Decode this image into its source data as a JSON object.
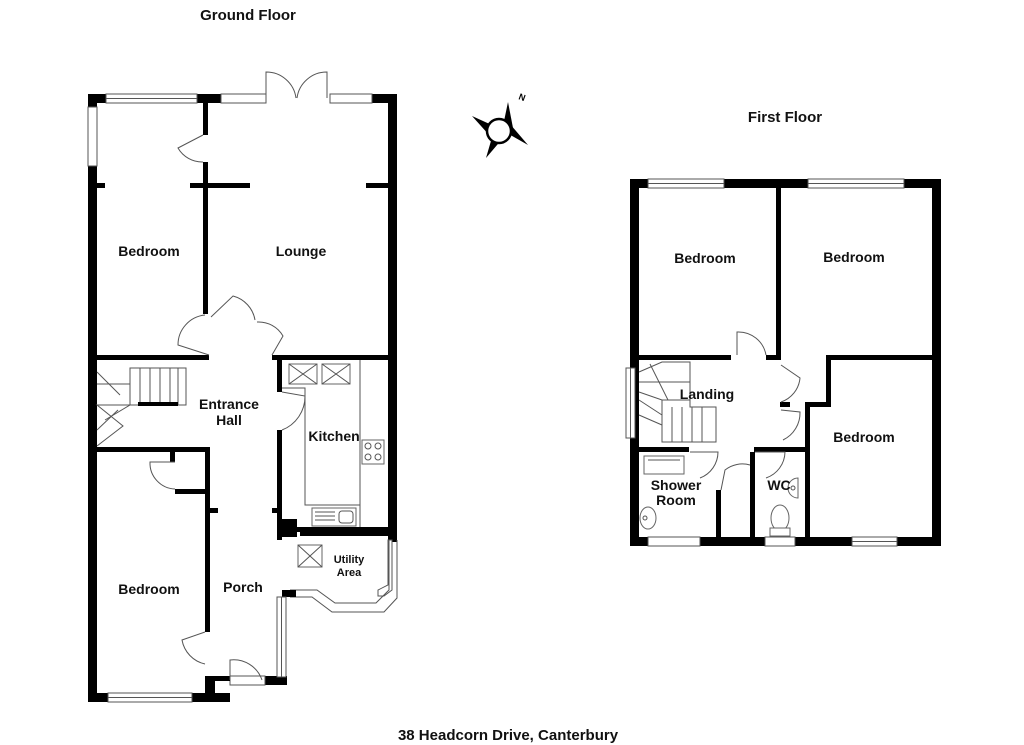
{
  "floors": {
    "ground": {
      "title": "Ground Floor",
      "rooms": {
        "bedroom_rear": "Bedroom",
        "lounge": "Lounge",
        "entrance_hall_1": "Entrance",
        "entrance_hall_2": "Hall",
        "kitchen": "Kitchen",
        "utility_1": "Utility",
        "utility_2": "Area",
        "bedroom_front": "Bedroom",
        "porch": "Porch"
      }
    },
    "first": {
      "title": "First Floor",
      "rooms": {
        "bedroom_1": "Bedroom",
        "bedroom_2": "Bedroom",
        "landing": "Landing",
        "bedroom_3": "Bedroom",
        "shower_1": "Shower",
        "shower_2": "Room",
        "wc": "WC"
      }
    }
  },
  "compass": {
    "north_label": "N"
  },
  "address": "38 Headcorn Drive, Canterbury"
}
